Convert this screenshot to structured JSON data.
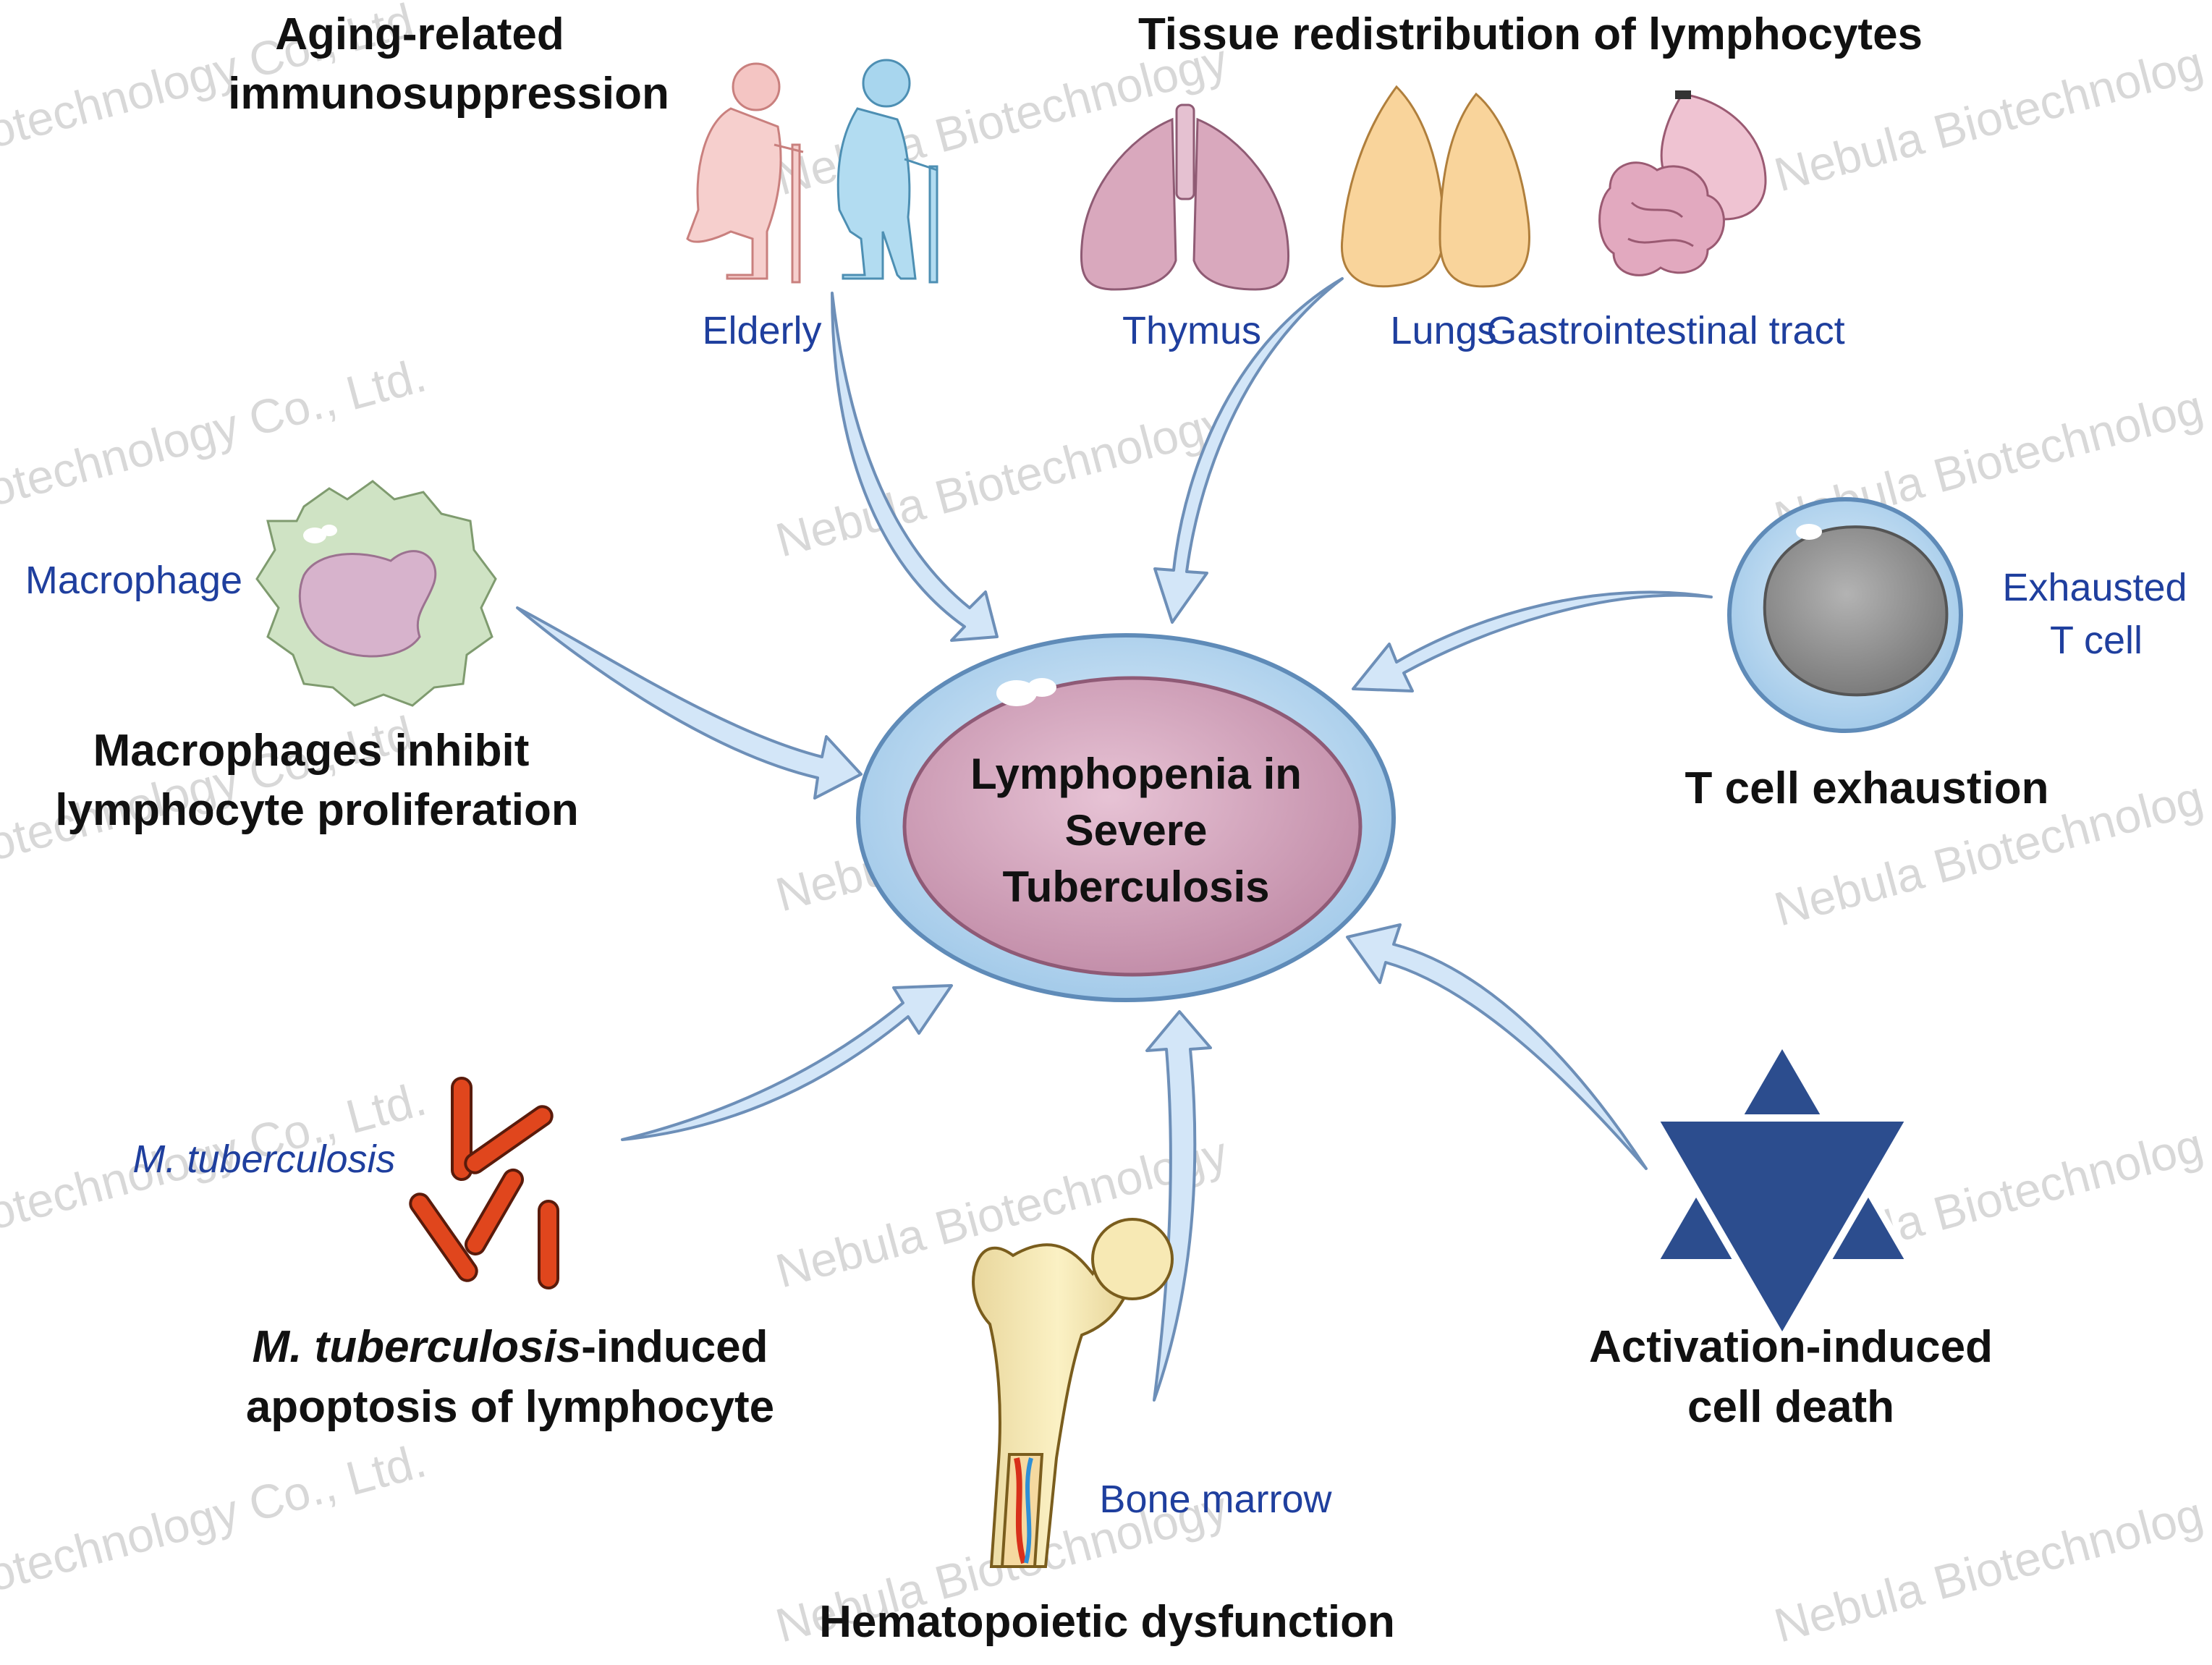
{
  "center": {
    "line1": "Lymphopenia in",
    "line2": "Severe",
    "line3": "Tuberculosis"
  },
  "headings": {
    "aging": {
      "line1": "Aging-related",
      "line2": "immunosuppression"
    },
    "tissue": "Tissue redistribution of lymphocytes",
    "macrophages": {
      "line1": "Macrophages inhibit",
      "line2": "lymphocyte proliferation"
    },
    "tcell": "T cell exhaustion",
    "mtb": {
      "italic": "M. tuberculosis",
      "rest": "-induced",
      "line2": "apoptosis of lymphocyte"
    },
    "aicd": {
      "line1": "Activation-induced",
      "line2": "cell death"
    },
    "hemato": "Hematopoietic dysfunction"
  },
  "labels": {
    "elderly": "Elderly",
    "thymus": "Thymus",
    "lungs": "Lungs",
    "gi": "Gastrointestinal tract",
    "macrophage": "Macrophage",
    "exhausted": {
      "line1": "Exhausted",
      "line2": "T cell"
    },
    "mtb": "M. tuberculosis",
    "bone_marrow": "Bone marrow"
  },
  "watermarks": {
    "company": "Nebula Biotechnology",
    "fragment_a": "otechnology Co., Ltd.",
    "fragment_b": "Co., Ltd.",
    "fragment_c": "Nebula Biotechnolog"
  },
  "colors": {
    "heading": "#111111",
    "label": "#1f3f9e",
    "arrow_fill": "#d3e6f8",
    "arrow_stroke": "#6d8fb8",
    "center_outer": "#b7d8f0",
    "center_inner": "#c99bb4",
    "bacteria": "#e0461d",
    "star": "#2c4d8e"
  }
}
